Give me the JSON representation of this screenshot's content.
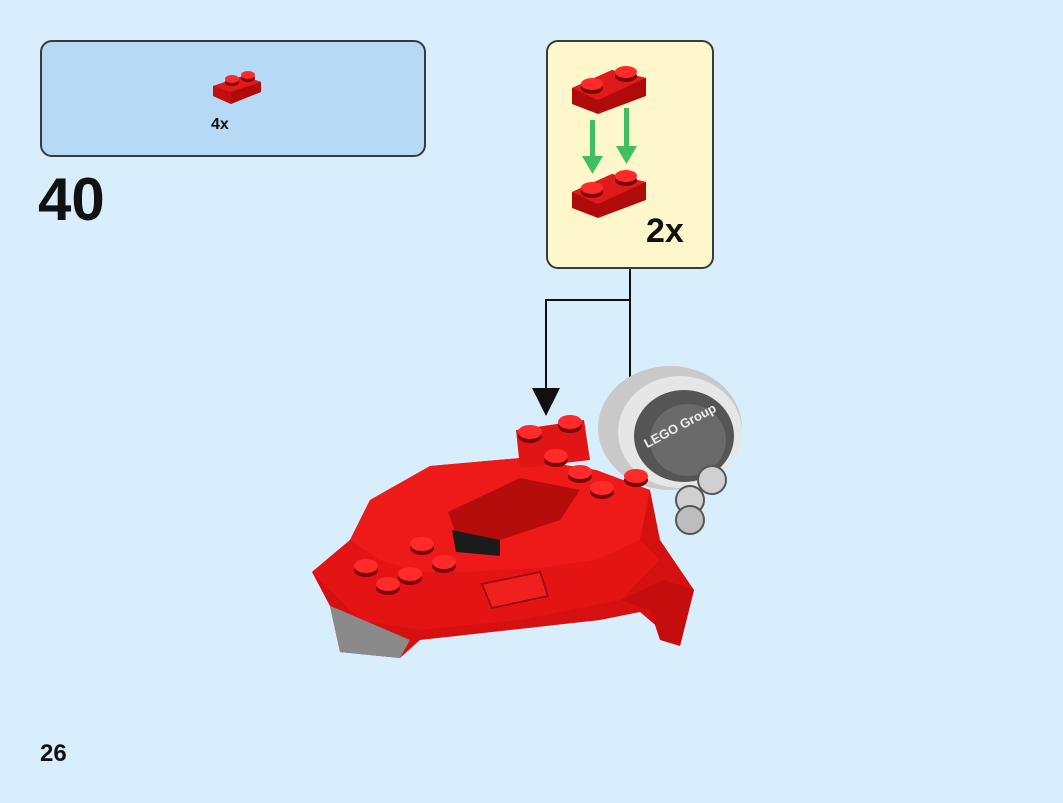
{
  "parts_callout": {
    "quantity": "4x",
    "part_icon": "red-1x2-plate-icon",
    "part_color": "#d50f0f"
  },
  "step": {
    "number": "40"
  },
  "submodel_callout": {
    "quantity": "2x"
  },
  "page": {
    "number": "26"
  },
  "colors": {
    "background": "#d9eefc",
    "parts_box_bg": "#b6d9f5",
    "submodel_bg": "#fff7cc",
    "brick_red": "#e01010",
    "arrow_green": "#3fbf62",
    "wheel_grey": "#c9c9c9"
  },
  "model": {
    "wheel_text": "LEGO Group"
  }
}
